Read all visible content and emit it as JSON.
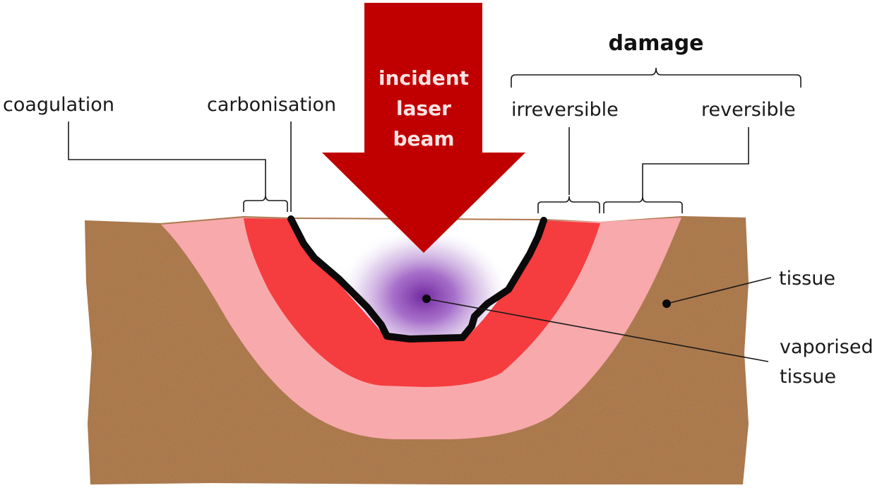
{
  "labels": {
    "coagulation": "coagulation",
    "carbonisation": "carbonisation",
    "damage": "damage",
    "irreversible": "irreversible",
    "reversible": "reversible",
    "beam_line1": "incident",
    "beam_line2": "laser",
    "beam_line3": "beam",
    "tissue": "tissue",
    "vaporised_line1": "vaporised",
    "vaporised_line2": "tissue"
  },
  "colors": {
    "tissue": "#b07a4c",
    "reversible_zone": "#f8a9ac",
    "irreversible_zone": "#f53c3f",
    "carbonisation": "#0a0a0a",
    "beam": "#c00000",
    "vapor": "#7b2aa3"
  }
}
